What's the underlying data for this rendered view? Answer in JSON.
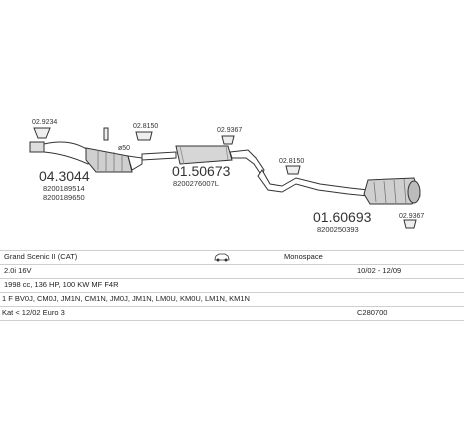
{
  "parts": {
    "p1": {
      "ref": "04.3044",
      "oe1": "8200189514",
      "oe2": "8200189650"
    },
    "p2": {
      "ref": "01.50673",
      "oe1": "8200276007L"
    },
    "p3": {
      "ref": "01.60693",
      "oe1": "8200250393"
    }
  },
  "accessories": {
    "a1": "02.9234",
    "a2": "02.8150",
    "a3": "02.9367",
    "a4": "02.8150",
    "a5": "02.9367",
    "tag50": "ø50"
  },
  "info": {
    "model": "Grand Scenic II (CAT)",
    "mono": "Monospace",
    "engine": "2.0i 16V",
    "dates": "10/02 - 12/09",
    "spec": "1998 cc, 136 HP, 100 KW MF F4R",
    "codes": "1 F BV0J, CM0J, JM1N, CM1N, JM0J, JM1N, LM0U, KM0U, LM1N, KM1N",
    "kat": "Kat < 12/02 Euro 3",
    "catno": "C280700"
  },
  "icons": {
    "car": "car-icon"
  }
}
